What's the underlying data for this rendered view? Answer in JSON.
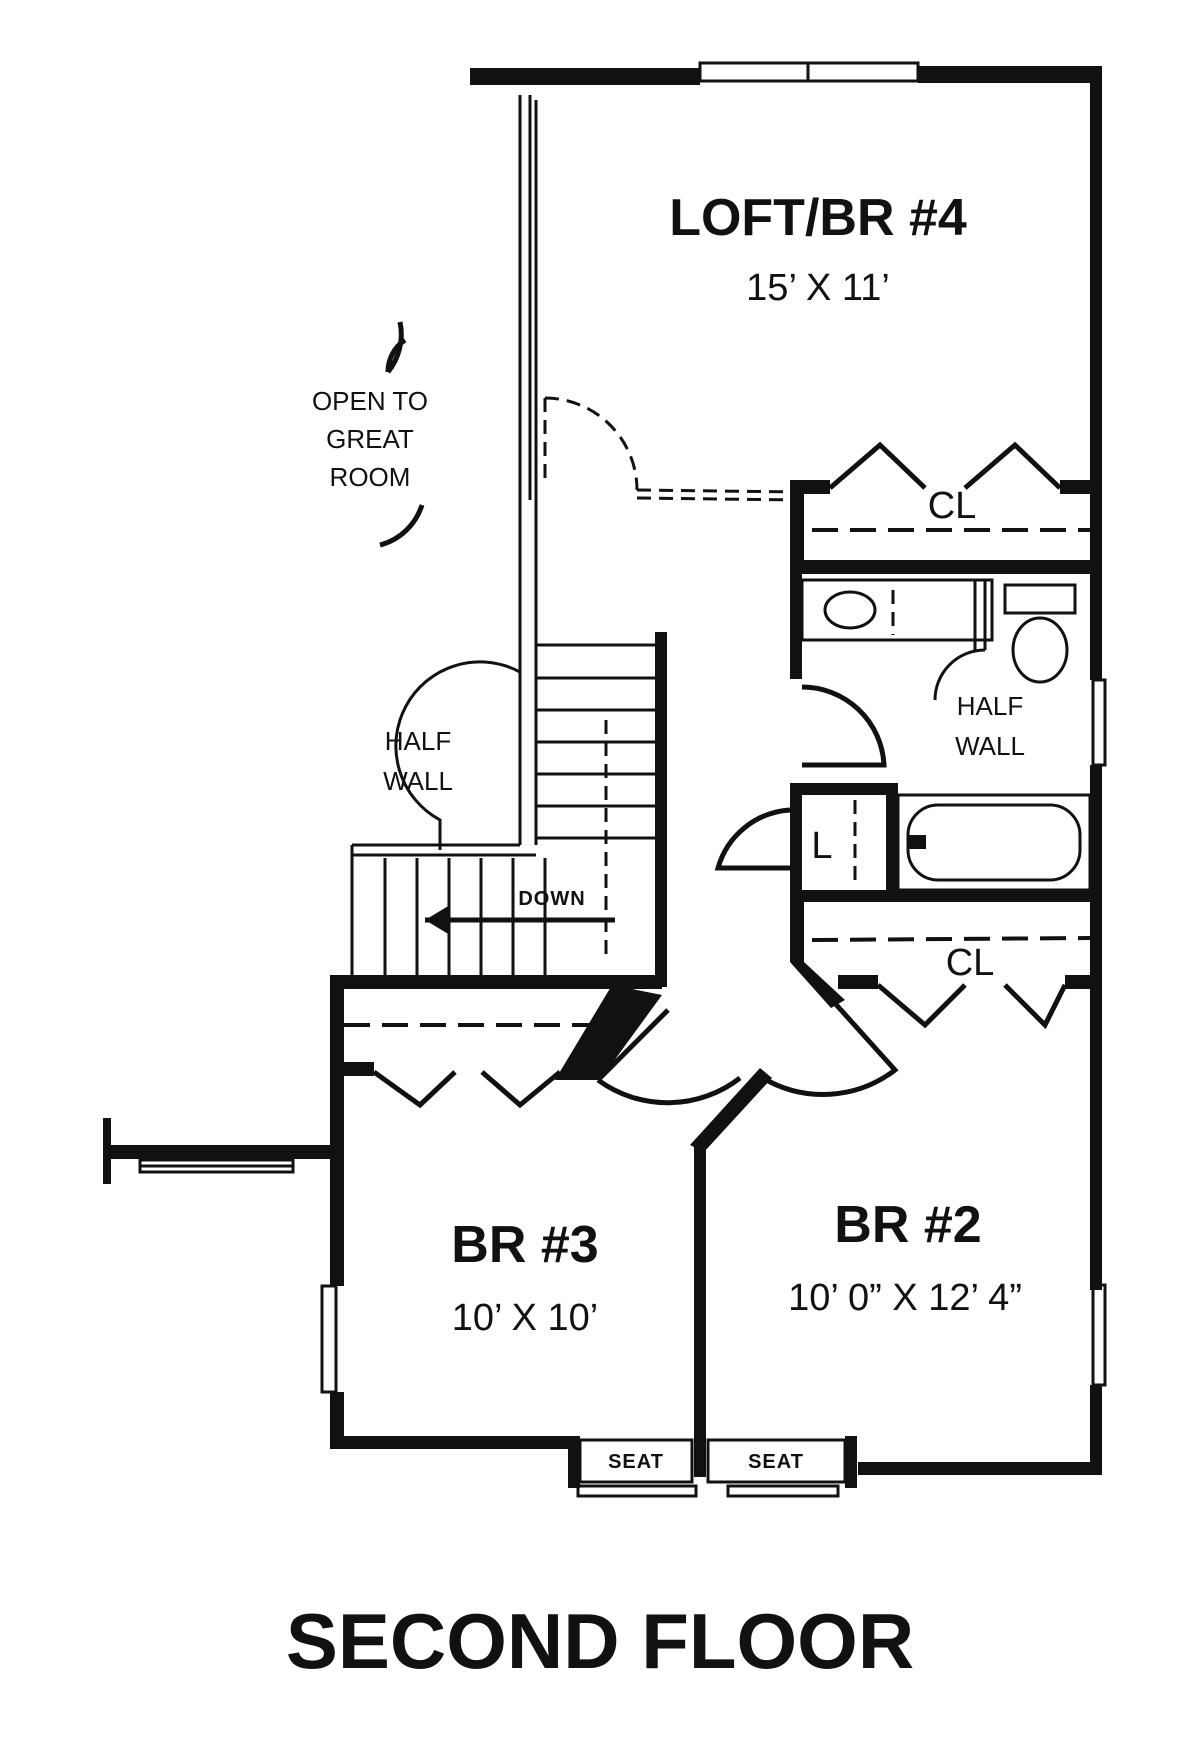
{
  "plan": {
    "title": "SECOND FLOOR",
    "rooms": {
      "loft": {
        "name": "LOFT/BR #4",
        "size": "15’ X 11’"
      },
      "br3": {
        "name": "BR #3",
        "size": "10’ X 10’"
      },
      "br2": {
        "name": "BR #2",
        "size": "10’ 0” X 12’ 4”"
      }
    },
    "labels": {
      "open_to_1": "OPEN TO",
      "open_to_2": "GREAT",
      "open_to_3": "ROOM",
      "half_wall_left_1": "HALF",
      "half_wall_left_2": "WALL",
      "half_wall_bath_1": "HALF",
      "half_wall_bath_2": "WALL",
      "closet_top": "CL",
      "closet_mid": "CL",
      "linen": "L",
      "stairs_down": "DOWN",
      "seat_left": "SEAT",
      "seat_right": "SEAT"
    }
  }
}
